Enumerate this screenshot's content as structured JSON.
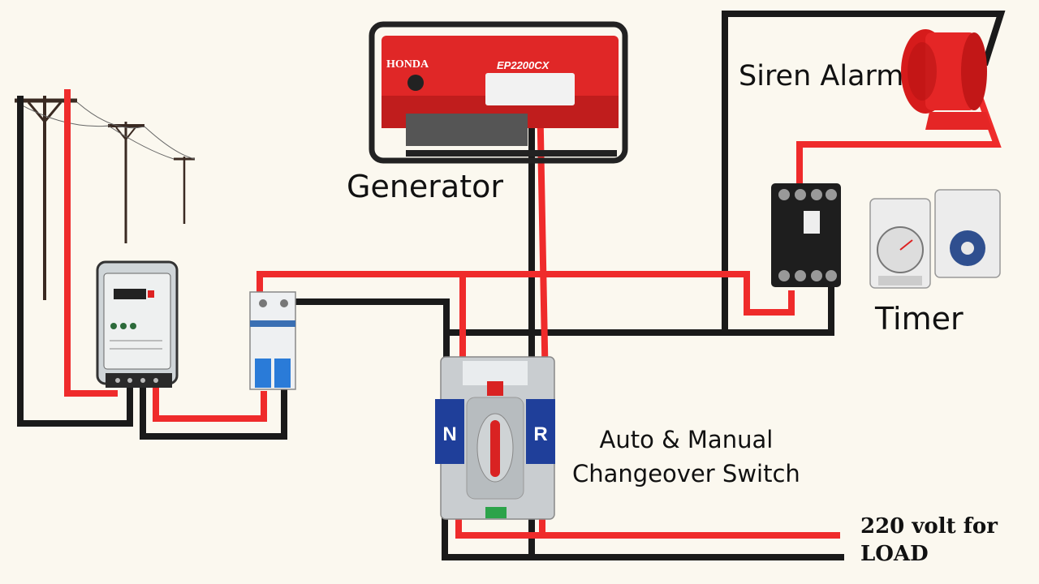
{
  "labels": {
    "generator": "Generator",
    "siren_alarm": "Siren Alarm",
    "timer": "Timer",
    "changeover_line1": "Auto & Manual",
    "changeover_line2": "Changeover Switch",
    "load_line1": "220 volt for",
    "load_line2": "LOAD"
  },
  "generator_badges": {
    "brand": "HONDA",
    "model": "EP2200CX"
  },
  "ats_markings": {
    "normal_letter": "N",
    "reserve_letter": "R"
  },
  "colors": {
    "background": "#fbf8ef",
    "wire_live": "#ef2b2b",
    "wire_neutral": "#1a1a1a",
    "generator_body": "#e02727",
    "ats_blue": "#1f3f9a",
    "meter_body": "#d8dde0"
  },
  "icons": [
    "utility-pole-icon",
    "energy-meter-icon",
    "circuit-breaker-icon",
    "generator-icon",
    "changeover-switch-icon",
    "relay-base-icon",
    "timer-icon",
    "siren-icon"
  ]
}
